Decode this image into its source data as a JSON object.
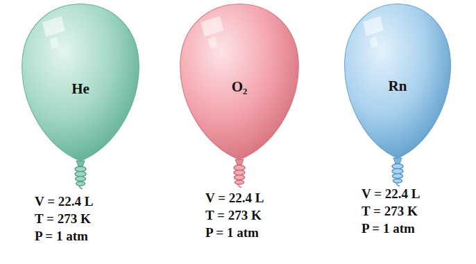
{
  "diagram": {
    "nodes": [
      {
        "text": [
          "He"
        ]
      },
      {
        "text": [
          "O₂"
        ]
      },
      {
        "text": [
          "Rn"
        ]
      }
    ],
    "labels": [
      "V = 22.4 L",
      "T = 273 K",
      "P = 1 atm",
      "V = 22.4 L",
      "T = 273 K",
      "P = 1 atm",
      "V = 22.4 L",
      "T = 273 K",
      "P = 1 atm"
    ]
  }
}
